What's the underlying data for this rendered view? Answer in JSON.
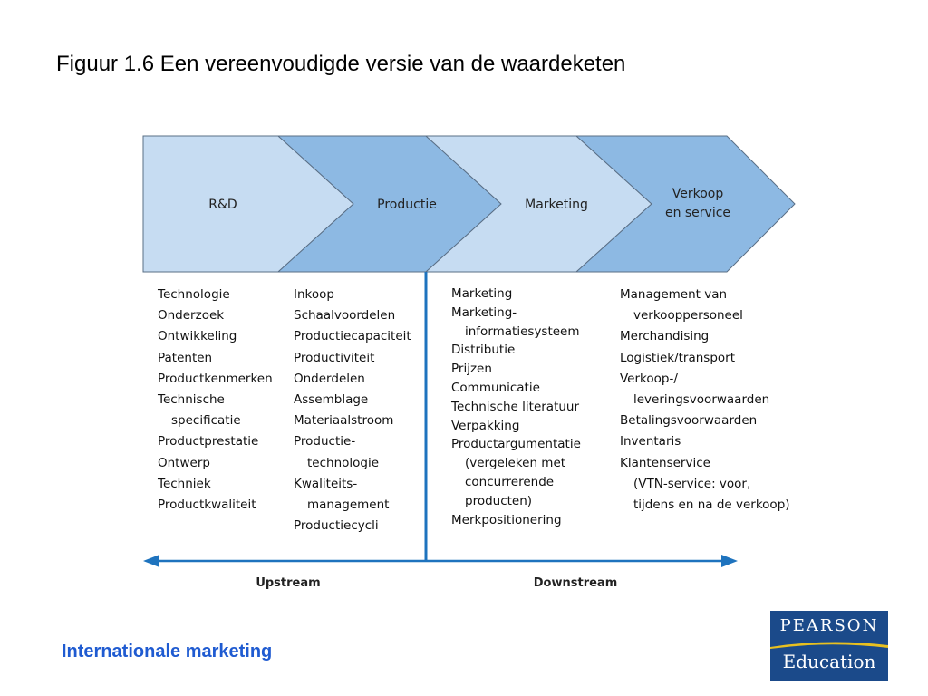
{
  "slide": {
    "title": "Figuur 1.6 Een vereenvoudigde versie van de waardeketen",
    "footer": "Internationale marketing",
    "logo": {
      "top": "PEARSON",
      "bottom": "Education",
      "color": "#1b4a8a"
    }
  },
  "chain": [
    {
      "label": "R&D",
      "lines": [
        "R&D"
      ],
      "color": "#c6dcf2"
    },
    {
      "label": "Productie",
      "lines": [
        "Productie"
      ],
      "color": "#8db9e3"
    },
    {
      "label": "Marketing",
      "lines": [
        "Marketing"
      ],
      "color": "#c6dcf2"
    },
    {
      "label": "Verkoop en service",
      "lines": [
        "Verkoop",
        "en service"
      ],
      "color": "#8db9e3"
    }
  ],
  "columns": {
    "rd": [
      "Technologie",
      "Onderzoek",
      "Ontwikkeling",
      "Patenten",
      "Productkenmerken",
      "Technische",
      "specificatie",
      "Productprestatie",
      "Ontwerp",
      "Techniek",
      "Productkwaliteit"
    ],
    "productie": [
      "Inkoop",
      "Schaalvoordelen",
      "Productiecapaciteit",
      "Productiviteit",
      "Onderdelen",
      "Assemblage",
      "Materiaalstroom",
      "Productie-",
      "technologie",
      "Kwaliteits-",
      "management",
      "Productiecycli"
    ],
    "marketing": [
      "Marketing",
      "Marketing-",
      "informatiesysteem",
      "Distributie",
      "Prijzen",
      "Communicatie",
      "Technische literatuur",
      "Verpakking",
      "Productargumentatie",
      "(vergeleken met",
      "concurrerende",
      "producten)",
      "Merkpositionering"
    ],
    "verkoop": [
      "Management van",
      "verkooppersoneel",
      "Merchandising",
      "Logistiek/transport",
      "Verkoop-/",
      "leveringsvoorwaarden",
      "Betalingsvoorwaarden",
      "Inventaris",
      "Klantenservice",
      "(VTN-service: voor,",
      "tijdens en na de verkoop)"
    ]
  },
  "axis": {
    "upstream": "Upstream",
    "downstream": "Downstream",
    "color": "#1e73be"
  }
}
